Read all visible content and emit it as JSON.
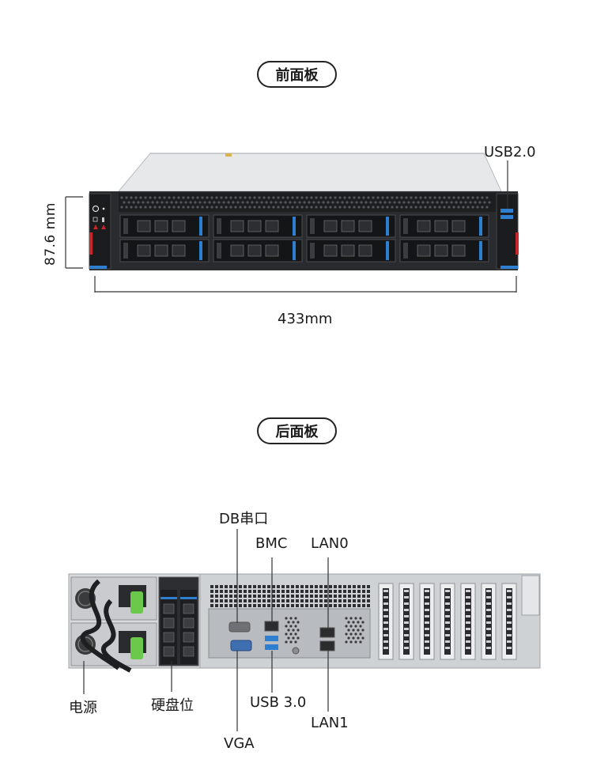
{
  "front": {
    "section_title": "前面板",
    "usb_label": "USB2.0",
    "height_label": "87.6 mm",
    "width_label": "433mm"
  },
  "rear": {
    "section_title": "后面板",
    "labels": {
      "serial": "DB串口",
      "bmc": "BMC",
      "lan0": "LAN0",
      "power": "电源",
      "drive_bay": "硬盘位",
      "usb3": "USB 3.0",
      "lan1": "LAN1",
      "vga": "VGA"
    }
  },
  "colors": {
    "accent_blue": "#2f7fd0",
    "accent_red": "#c8262a",
    "connector_green": "#6ac94a"
  }
}
